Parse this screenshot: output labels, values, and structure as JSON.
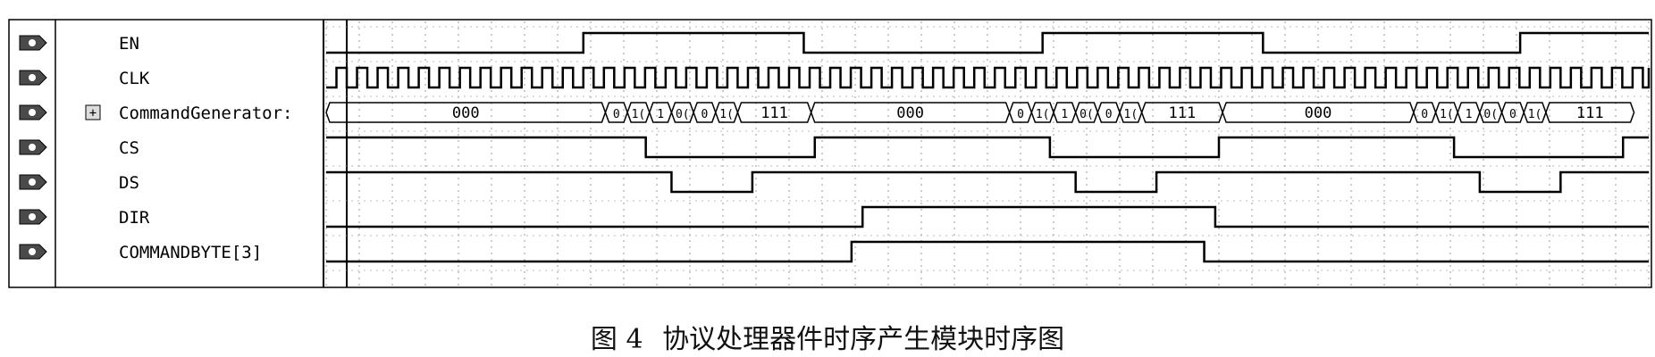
{
  "colors": {
    "trace": "#000000",
    "grid": "#9a9a9a",
    "icon_fill": "#4a4a4a",
    "caption": "#111111"
  },
  "signals": [
    {
      "name": "EN",
      "icon": "input-port-icon",
      "kind": "bit",
      "edges": [
        0,
        1,
        0,
        1,
        0,
        1,
        0
      ],
      "initial": 0,
      "transitions": [
        0,
        70,
        130,
        195,
        255,
        325
      ]
    },
    {
      "name": "CLK",
      "icon": "input-port-icon",
      "kind": "clock",
      "period": 5.6
    },
    {
      "name": "CommandGenerator:",
      "icon": "bus-port-icon",
      "kind": "bus",
      "expandable": true,
      "expand_symbol": "+",
      "segments": [
        {
          "v": "000",
          "t0": 0,
          "t1": 76
        },
        {
          "v": "0",
          "t0": 76,
          "t1": 82
        },
        {
          "v": "1(",
          "t0": 82,
          "t1": 88
        },
        {
          "v": "1",
          "t0": 88,
          "t1": 94
        },
        {
          "v": "0(",
          "t0": 94,
          "t1": 100
        },
        {
          "v": "0",
          "t0": 100,
          "t1": 106
        },
        {
          "v": "1(",
          "t0": 106,
          "t1": 112
        },
        {
          "v": "111",
          "t0": 112,
          "t1": 132
        },
        {
          "v": "000",
          "t0": 132,
          "t1": 186
        },
        {
          "v": "0",
          "t0": 186,
          "t1": 192
        },
        {
          "v": "1(",
          "t0": 192,
          "t1": 198
        },
        {
          "v": "1",
          "t0": 198,
          "t1": 204
        },
        {
          "v": "0(",
          "t0": 204,
          "t1": 210
        },
        {
          "v": "0",
          "t0": 210,
          "t1": 216
        },
        {
          "v": "1(",
          "t0": 216,
          "t1": 222
        },
        {
          "v": "111",
          "t0": 222,
          "t1": 244
        },
        {
          "v": "000",
          "t0": 244,
          "t1": 296
        },
        {
          "v": "0",
          "t0": 296,
          "t1": 302
        },
        {
          "v": "1(",
          "t0": 302,
          "t1": 308
        },
        {
          "v": "1",
          "t0": 308,
          "t1": 314
        },
        {
          "v": "0(",
          "t0": 314,
          "t1": 320
        },
        {
          "v": "0",
          "t0": 320,
          "t1": 326
        },
        {
          "v": "1(",
          "t0": 326,
          "t1": 332
        },
        {
          "v": "111",
          "t0": 332,
          "t1": 356
        }
      ]
    },
    {
      "name": "CS",
      "icon": "output-port-icon",
      "kind": "bit",
      "initial": 1,
      "transitions": [
        0,
        87,
        133,
        197,
        243,
        307,
        353
      ]
    },
    {
      "name": "DS",
      "icon": "output-port-icon",
      "kind": "bit",
      "initial": 1,
      "transitions": [
        0,
        94,
        116,
        204,
        226,
        314,
        336
      ]
    },
    {
      "name": "DIR",
      "icon": "output-port-icon",
      "kind": "bit",
      "initial": 0,
      "transitions": [
        0,
        146,
        242
      ]
    },
    {
      "name": "COMMANDBYTE[3]",
      "icon": "input-port-icon",
      "kind": "bit",
      "initial": 0,
      "transitions": [
        0,
        143,
        239
      ]
    }
  ],
  "caption": {
    "figure": "图 4",
    "text": "协议处理器件时序产生模块时序图"
  }
}
